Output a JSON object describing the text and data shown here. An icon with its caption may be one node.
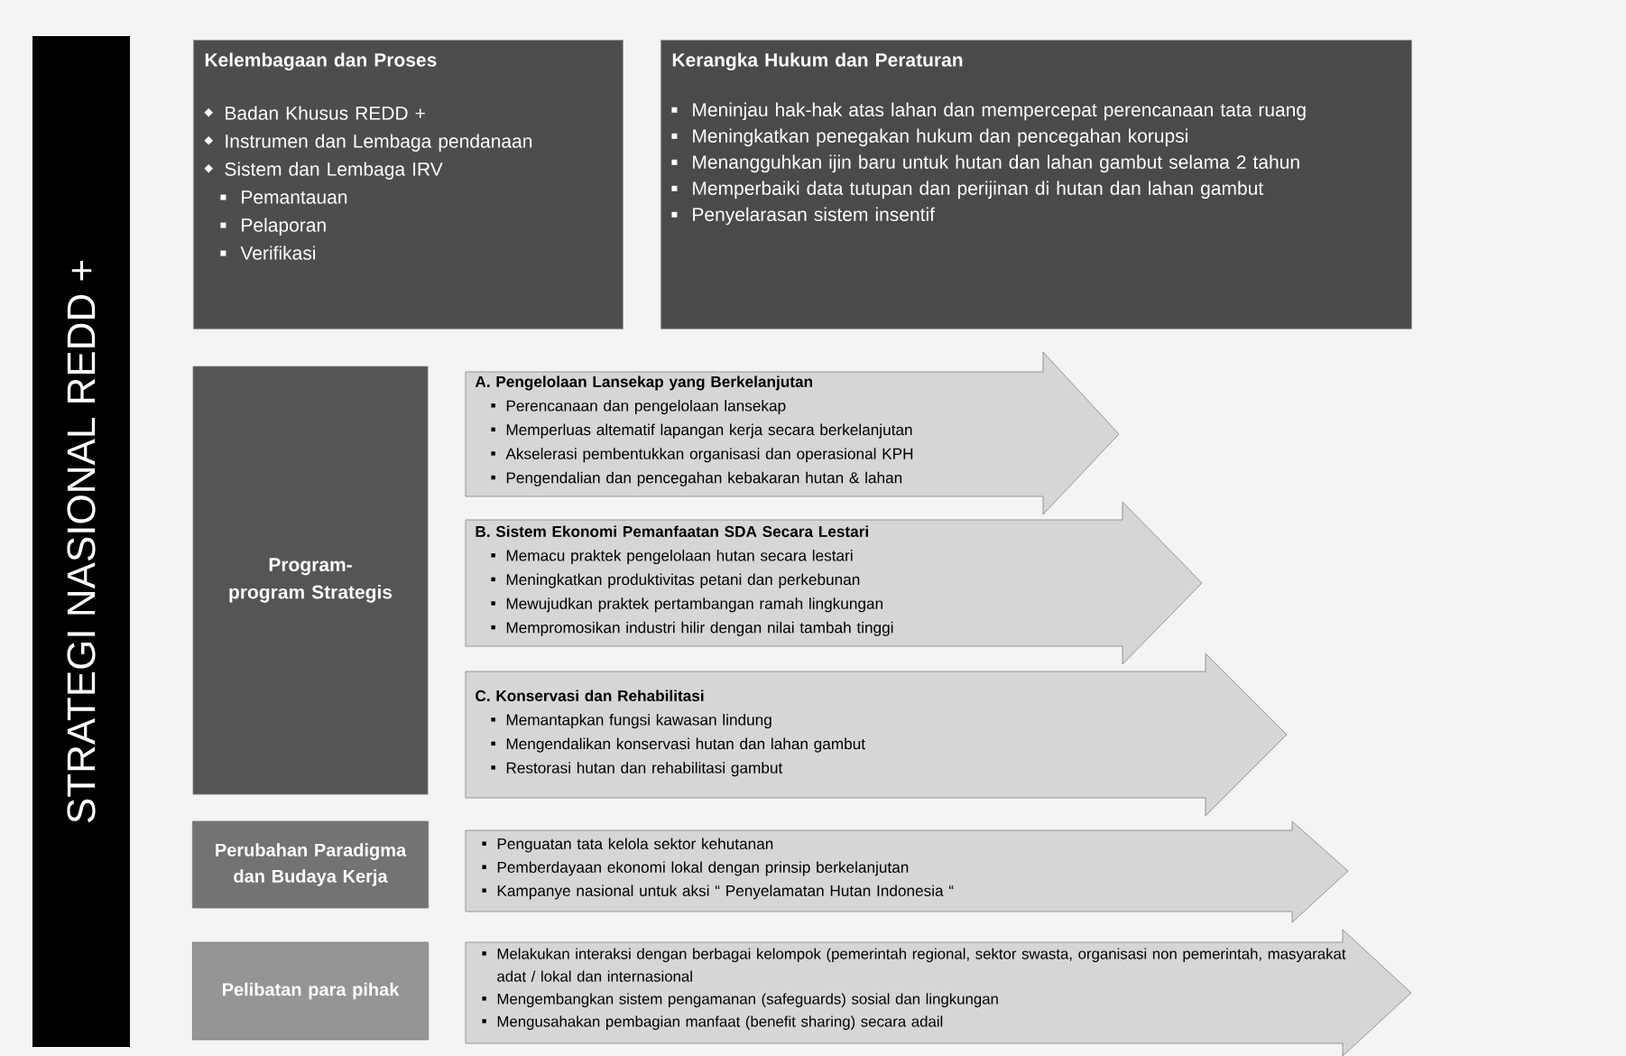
{
  "diagram": {
    "nodes": [
      {
        "text": [
          "STRATEGI NASIONAL REDD +"
        ]
      },
      {
        "text": [
          "Kelembagaan dan Proses",
          "Badan Khusus REDD +",
          "Instrumen dan Lembaga pendanaan",
          "Sistem dan Lembaga IRV",
          "Pemantauan",
          "Pelaporan",
          "Verifikasi"
        ]
      },
      {
        "text": [
          "Kerangka Hukum dan Peraturan",
          "Meninjau hak-hak atas lahan dan mempercepat perencanaan tata ruang",
          "Meningkatkan penegakan hukum dan pencegahan korupsi",
          "Menangguhkan ijin baru untuk hutan dan lahan gambut selama 2 tahun",
          "Memperbaiki data tutupan dan perijinan di hutan dan lahan gambut",
          "Penyelarasan sistem insentif"
        ]
      },
      {
        "text": [
          "Program-program Strategis"
        ]
      },
      {
        "text": [
          "A. Pengelolaan Lansekap yang Berkelanjutan",
          "Perencanaan dan pengelolaan lansekap",
          "Memperluas altematif lapangan kerja secara berkelanjutan",
          "Akselerasi pembentukkan organisasi dan operasional KPH",
          "Pengendalian dan pencegahan kebakaran hutan & lahan"
        ]
      },
      {
        "text": [
          "B. Sistem Ekonomi Pemanfaatan SDA Secara Lestari",
          "Memacu praktek pengelolaan hutan secara lestari",
          "Meningkatkan produktivitas petani dan perkebunan",
          "Mewujudkan praktek pertambangan ramah lingkungan",
          "Mempromosikan industri hilir dengan nilai tambah tinggi"
        ]
      },
      {
        "text": [
          "C. Konservasi dan Rehabilitasi",
          "Memantapkan fungsi kawasan lindung",
          "Mengendalikan konservasi hutan dan lahan gambut",
          "Restorasi hutan dan rehabilitasi gambut"
        ]
      },
      {
        "text": [
          "Perubahan Paradigma dan Budaya Kerja"
        ]
      },
      {
        "text": [
          "Penguatan tata kelola sektor kehutanan",
          "Pemberdayaan ekonomi lokal dengan prinsip berkelanjutan",
          "Kampanye nasional untuk aksi “ Penyelamatan Hutan Indonesia “"
        ]
      },
      {
        "text": [
          "Pelibatan para pihak"
        ]
      },
      {
        "text": [
          "Melakukan interaksi dengan berbagai kelompok (pemerintah regional, sektor swasta, organisasi non pemerintah, masyarakat adat / lokal dan internasional",
          "Mengembangkan sistem pengamanan (safeguards) sosial dan lingkungan",
          "Mengusahakan pembagian manfaat (benefit sharing) secara adail"
        ]
      }
    ]
  }
}
